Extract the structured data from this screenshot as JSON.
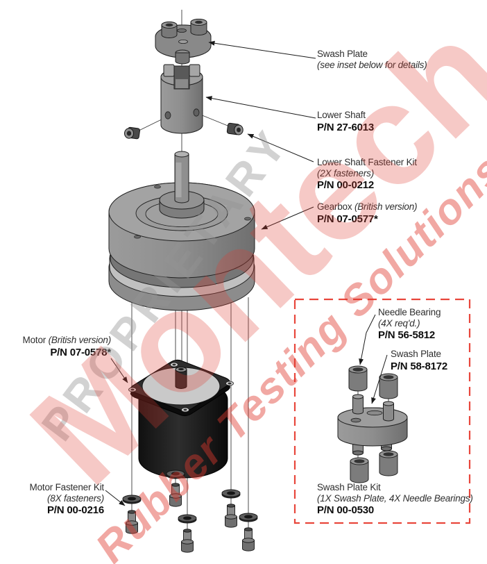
{
  "labels": {
    "swash_plate": {
      "title": "Swash Plate",
      "note": "(see inset below for details)"
    },
    "lower_shaft": {
      "title": "Lower Shaft",
      "pn": "P/N 27-6013"
    },
    "lower_shaft_fastener_kit": {
      "title": "Lower Shaft Fastener Kit",
      "note": "(2X fasteners)",
      "pn": "P/N 00-0212"
    },
    "gearbox": {
      "title": "Gearbox",
      "variant": "(British version)",
      "pn": "P/N 07-0577*"
    },
    "motor": {
      "title": "Motor",
      "variant": "(British version)",
      "pn": "P/N 07-0578*"
    },
    "motor_fastener_kit": {
      "title": "Motor Fastener Kit",
      "note": "(8X fasteners)",
      "pn": "P/N 00-0216"
    }
  },
  "inset": {
    "needle_bearing": {
      "title": "Needle Bearing",
      "note": "(4X req'd.)",
      "pn": "P/N 56-5812"
    },
    "swash_plate": {
      "title": "Swash Plate",
      "pn": "P/N 58-8172"
    },
    "kit": {
      "title": "Swash Plate Kit",
      "note": "(1X Swash Plate, 4X Needle Bearings)",
      "pn": "P/N 00-0530"
    }
  },
  "watermark": {
    "proprietary": "PROPRIETARY",
    "brand": "Montech",
    "tagline": "Rubber Testing Solutions",
    "red": "#de3a2e",
    "gray": "#949494"
  },
  "inset_box_color": "#e8463b"
}
